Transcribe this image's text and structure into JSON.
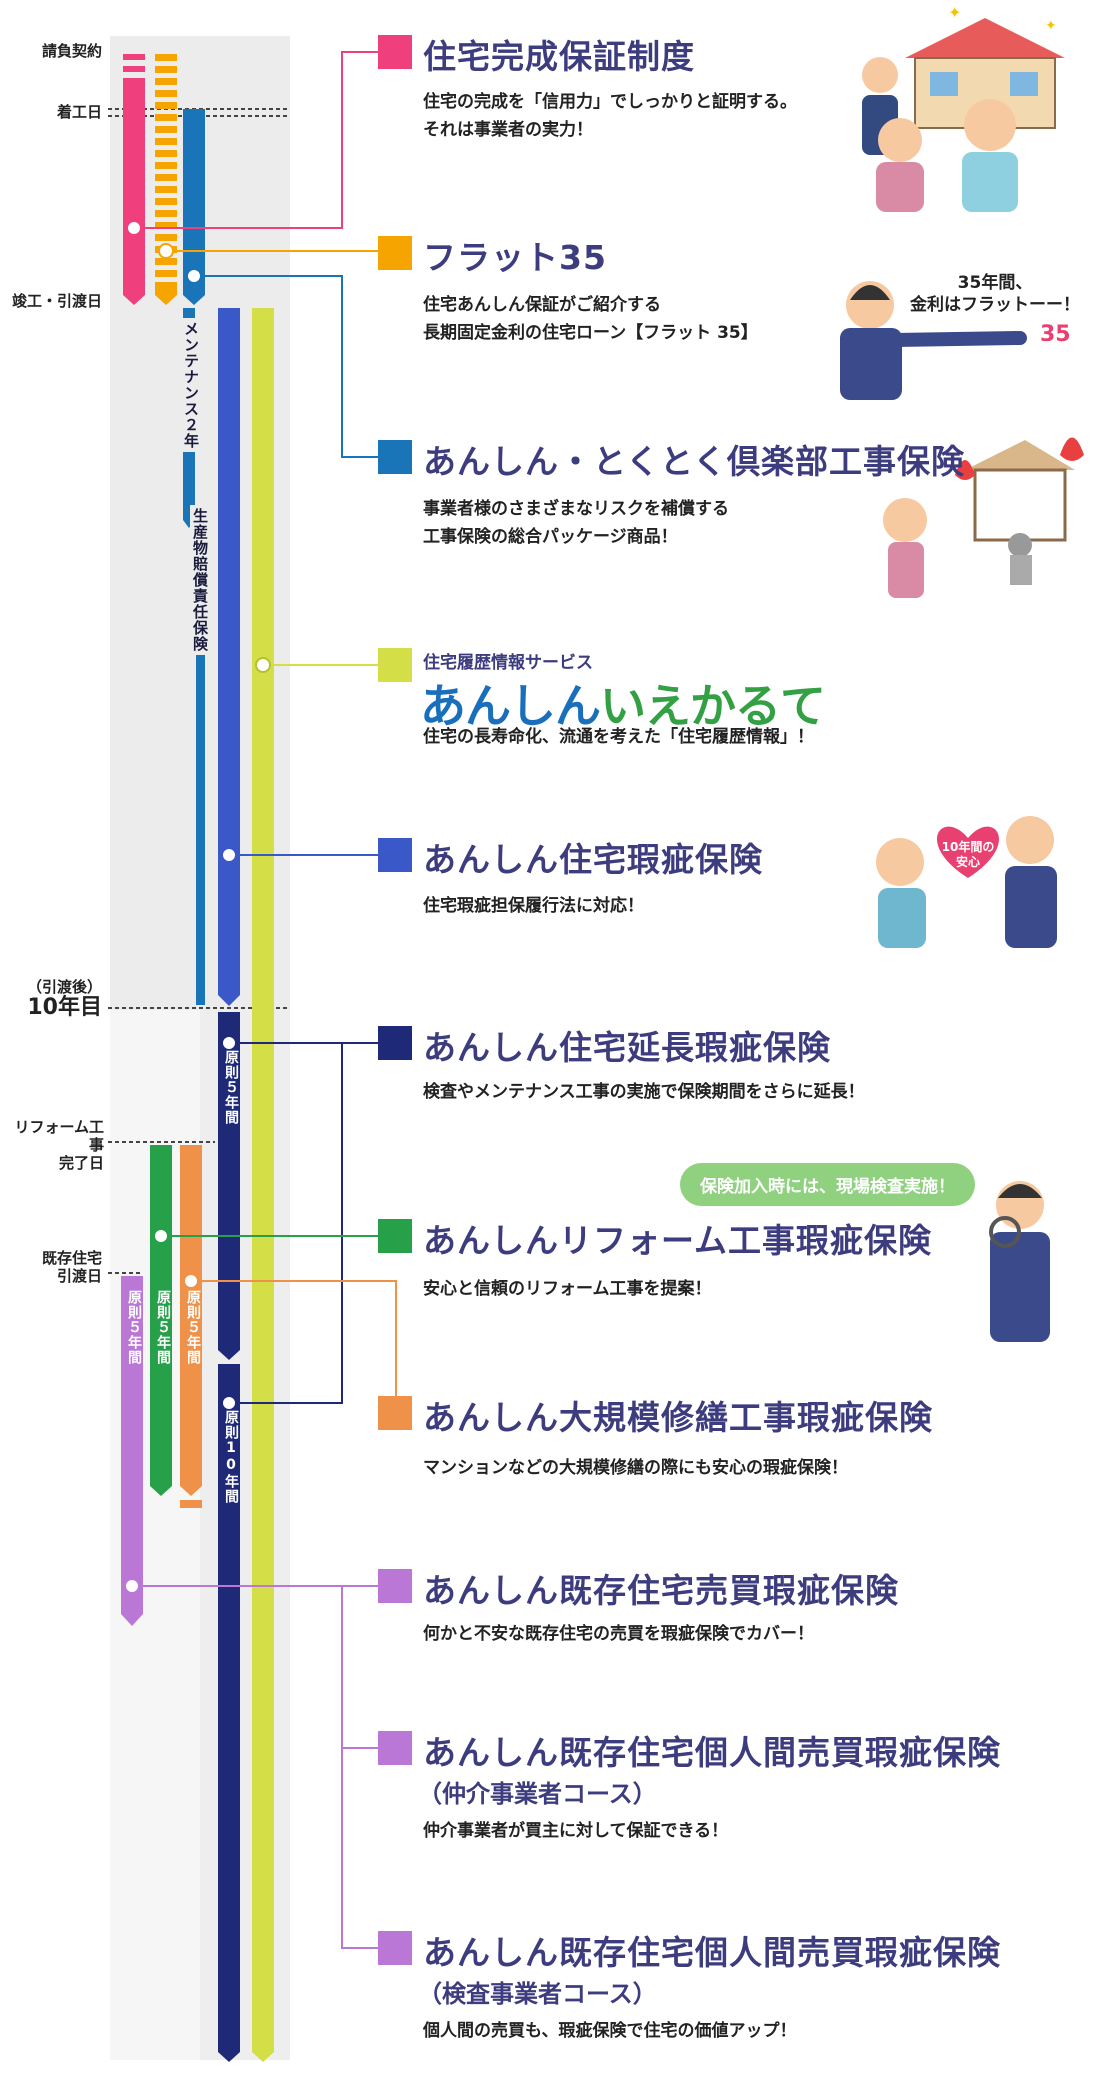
{
  "left_labels": {
    "contract": "請負契約",
    "start": "着工日",
    "completion": "竣工・引渡日",
    "after_handover_top": "（引渡後）",
    "after_handover_year": "10年目",
    "reform_done": "リフォーム工事\n完了日",
    "existing_handover": "既存住宅\n引渡日"
  },
  "bar_labels": {
    "maintenance": "メンテナンス２年",
    "product_liability": "生産物賠償責任保険",
    "extension_5y": "原則５年間",
    "extension_10y": "原則10年間",
    "reform_5y": "原則５年間",
    "large_repair_5y": "原則５年間",
    "existing_5y": "原則５年間"
  },
  "colors": {
    "completion_guarantee": "#ef3f7d",
    "flat35": "#f5a400",
    "koji_hoken": "#1a74b8",
    "rireki": "#d4df48",
    "kashi": "#3a58c8",
    "encho": "#1e2a78",
    "reform": "#27a04a",
    "daikibo": "#ef9148",
    "kison": "#bb77d6"
  },
  "items": [
    {
      "title": "住宅完成保証制度",
      "desc": "住宅の完成を「信用力」でしっかりと証明する。\nそれは事業者の実力！"
    },
    {
      "title": "フラット35",
      "desc": "住宅あんしん保証がご紹介する\n長期固定金利の住宅ローン【フラット 35】"
    },
    {
      "title": "あんしん・とくとく倶楽部工事保険",
      "desc": "事業者様のさまざまなリスクを補償する\n工事保険の総合パッケージ商品！"
    },
    {
      "title": "住宅履歴情報サービス",
      "logo_part1": "あんしん",
      "logo_part2": "いえかるて",
      "desc": "住宅の長寿命化、流通を考えた「住宅履歴情報」！"
    },
    {
      "title": "あんしん住宅瑕疵保険",
      "desc": "住宅瑕疵担保履行法に対応！"
    },
    {
      "title": "あんしん住宅延長瑕疵保険",
      "desc": "検査やメンテナンス工事の実施で保険期間をさらに延長！"
    },
    {
      "title": "あんしんリフォーム工事瑕疵保険",
      "desc": "安心と信頼のリフォーム工事を提案！"
    },
    {
      "title": "あんしん大規模修繕工事瑕疵保険",
      "desc": "マンションなどの大規模修繕の際にも安心の瑕疵保険！"
    },
    {
      "title": "あんしん既存住宅売買瑕疵保険",
      "desc": "何かと不安な既存住宅の売買を瑕疵保険でカバー！"
    },
    {
      "title": "あんしん既存住宅個人間売買瑕疵保険",
      "subtitle": "（仲介事業者コース）",
      "desc": "仲介事業者が買主に対して保証できる！"
    },
    {
      "title": "あんしん既存住宅個人間売買瑕疵保険",
      "subtitle": "（検査事業者コース）",
      "desc": "個人間の売買も、瑕疵保険で住宅の価値アップ！"
    }
  ],
  "illustrations": {
    "flat35_caption": "35年間、\n金利はフラットーー！",
    "flat35_logo": "35",
    "kashi_heart": "10年間の\n安心",
    "reform_bubble": "保険加入時には、現場検査実施！"
  }
}
